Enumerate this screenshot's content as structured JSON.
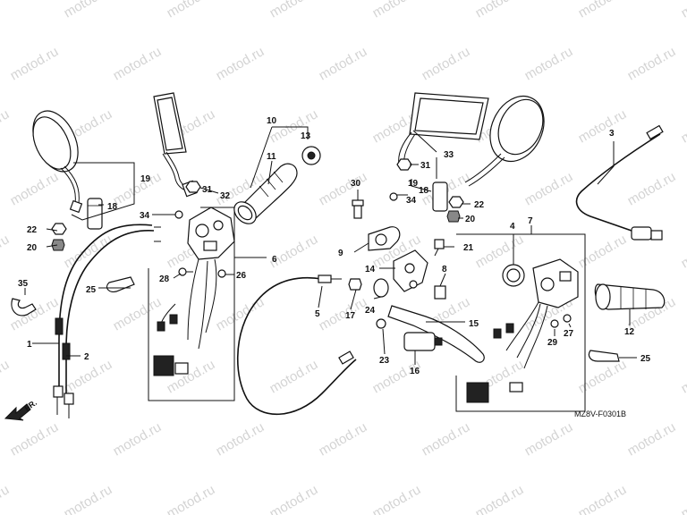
{
  "watermark": {
    "text": "motod.ru",
    "color": "#d4d4d4"
  },
  "direction_label": "FR.",
  "reference_code": "MZ8V-F0301B",
  "callouts": {
    "c1": "1",
    "c2": "2",
    "c3": "3",
    "c4": "4",
    "c5": "5",
    "c6": "6",
    "c7": "7",
    "c8": "8",
    "c9": "9",
    "c10": "10",
    "c11": "11",
    "c12": "12",
    "c13": "13",
    "c14": "14",
    "c15": "15",
    "c16": "16",
    "c17": "17",
    "c18a": "18",
    "c18b": "18",
    "c19a": "19",
    "c19b": "19",
    "c20a": "20",
    "c20b": "20",
    "c21": "21",
    "c22a": "22",
    "c22b": "22",
    "c23": "23",
    "c24": "24",
    "c25a": "25",
    "c25b": "25",
    "c26": "26",
    "c27": "27",
    "c28": "28",
    "c29": "29",
    "c30": "30",
    "c31a": "31",
    "c31b": "31",
    "c32": "32",
    "c33": "33",
    "c34a": "34",
    "c34b": "34",
    "c35": "35"
  }
}
